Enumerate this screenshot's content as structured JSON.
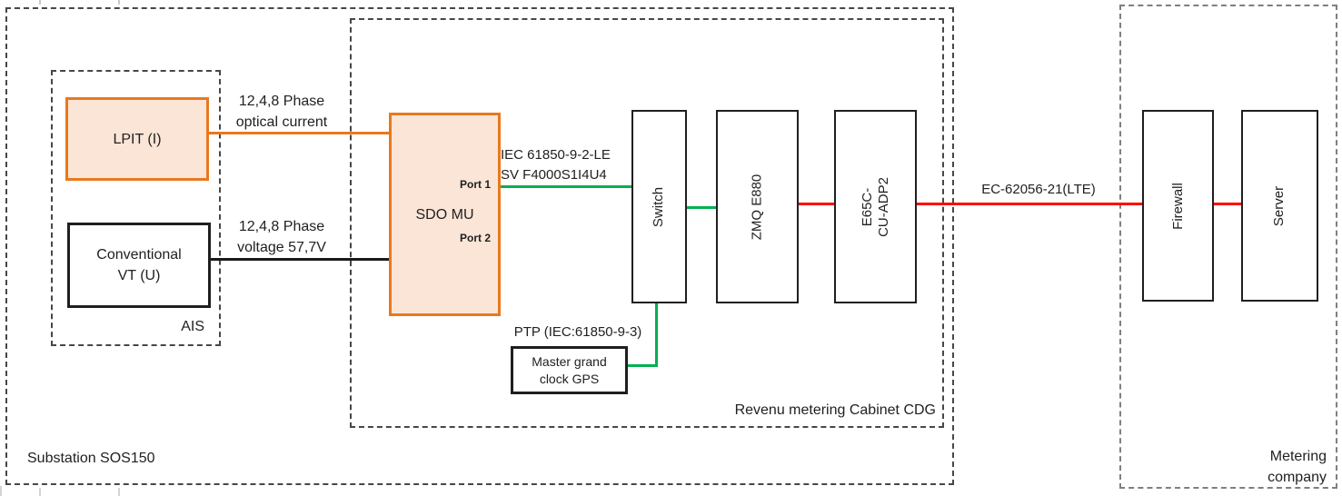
{
  "regions": {
    "substation": "Substation SOS150",
    "ais": "AIS",
    "cabinet": "Revenu metering Cabinet CDG",
    "metering_company": "Metering\ncompany"
  },
  "nodes": {
    "lpit": "LPIT (I)",
    "vt": "Conventional\nVT (U)",
    "sdo_mu": "SDO MU",
    "port1": "Port 1",
    "port2": "Port 2",
    "switch": "Switch",
    "zmq": "ZMQ E880",
    "e65c": "E65C-\nCU-ADP2",
    "gps": "Master grand\nclock GPS",
    "firewall": "Firewall",
    "server": "Server"
  },
  "links": {
    "optical": "12,4,8 Phase\noptical current",
    "voltage": "12,4,8 Phase\nvoltage 57,7V",
    "iec_sv": "IEC 61850-9-2-LE\nSV F4000S1I4U4",
    "ptp": "PTP (IEC:61850-9-3)",
    "lte": "EC-62056-21(LTE)"
  },
  "colors": {
    "orange_border": "#E8791E",
    "orange_fill": "#FBE5D6",
    "green_link": "#00B050",
    "red_link": "#FF0000",
    "box_border": "#1F1F1F",
    "frame_dash_dark": "#474747",
    "frame_dash_gray": "#7F7F7F"
  }
}
